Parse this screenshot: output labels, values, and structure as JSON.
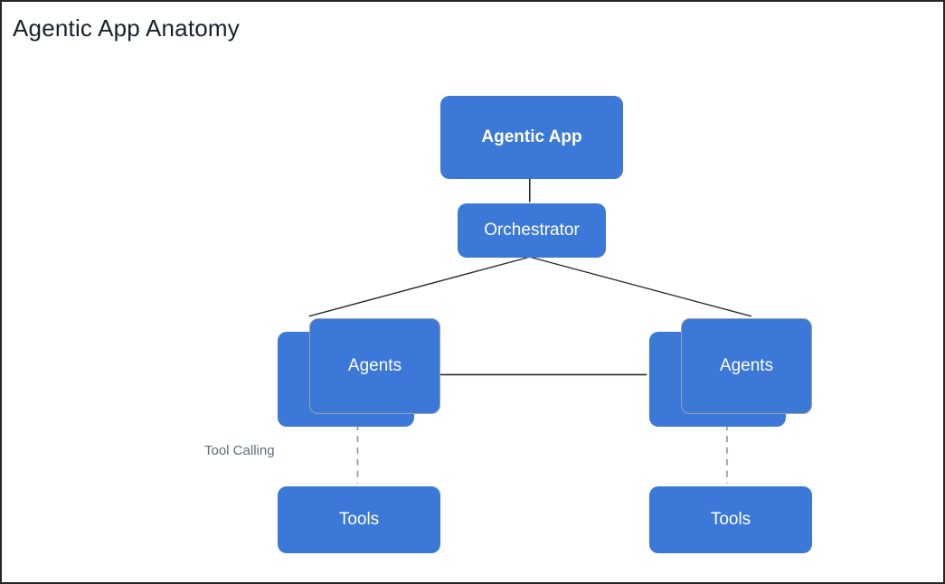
{
  "diagram": {
    "title": "Agentic App Anatomy",
    "colors": {
      "node_fill": "#3c78d8",
      "node_text": "#ffffff",
      "node_border": "#9aa3ab",
      "edge": "#2b2b2b",
      "dashed_edge": "#8a93a0",
      "title_text": "#1a1f2e",
      "annotation_text": "#5f6b7a",
      "canvas": "#ffffff",
      "frame_border": "#262626"
    },
    "nodes": {
      "agentic_app": {
        "label": "Agentic App",
        "style": "bold"
      },
      "orchestrator": {
        "label": "Orchestrator",
        "style": "regular"
      },
      "agents_left": {
        "label": "Agents",
        "style": "stacked"
      },
      "agents_right": {
        "label": "Agents",
        "style": "stacked"
      },
      "tools_left": {
        "label": "Tools",
        "style": "regular"
      },
      "tools_right": {
        "label": "Tools",
        "style": "regular"
      }
    },
    "annotations": {
      "tool_calling": "Tool Calling"
    },
    "edges": [
      {
        "from": "agentic_app",
        "to": "orchestrator",
        "style": "solid"
      },
      {
        "from": "orchestrator",
        "to": "agents_left",
        "style": "solid"
      },
      {
        "from": "orchestrator",
        "to": "agents_right",
        "style": "solid"
      },
      {
        "from": "agents_left",
        "to": "agents_right",
        "style": "solid"
      },
      {
        "from": "agents_left",
        "to": "tools_left",
        "style": "dashed",
        "label": "Tool Calling"
      },
      {
        "from": "agents_right",
        "to": "tools_right",
        "style": "dashed"
      }
    ]
  }
}
